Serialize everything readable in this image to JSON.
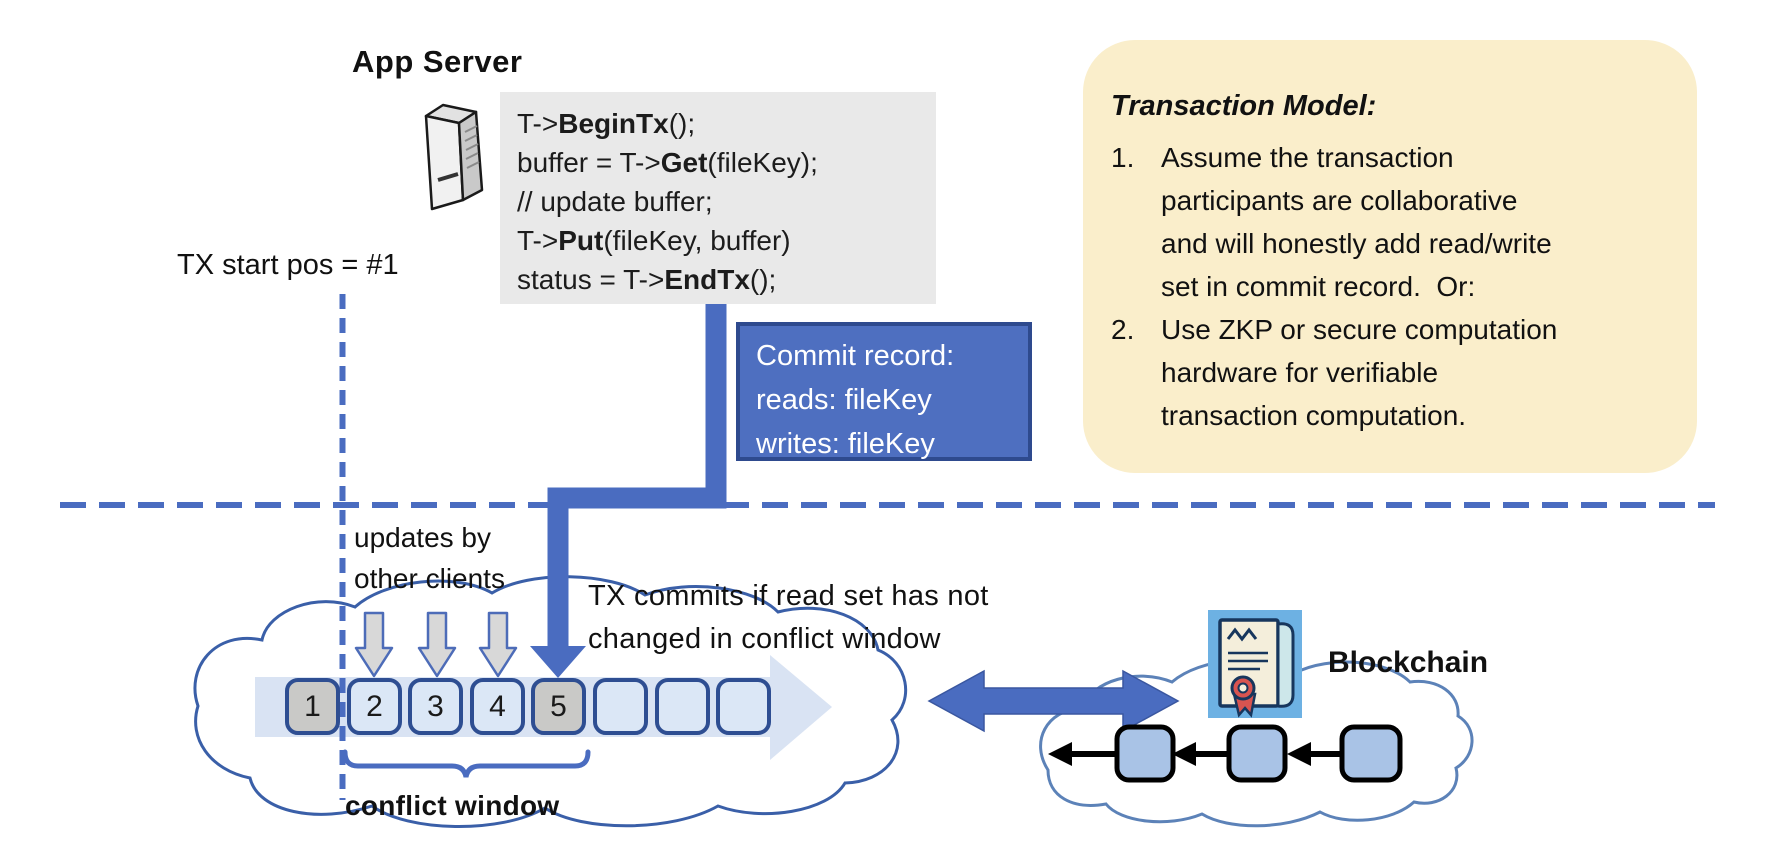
{
  "app_server": {
    "label": "App Server"
  },
  "code_block": {
    "lines": [
      {
        "pre": "T->",
        "bold": "BeginTx",
        "post": "();"
      },
      {
        "pre": "buffer = T->",
        "bold": "Get",
        "post": "(fileKey);"
      },
      {
        "pre": "// update buffer;",
        "bold": "",
        "post": ""
      },
      {
        "pre": "T->",
        "bold": "Put",
        "post": "(fileKey, buffer)"
      },
      {
        "pre": "status = T->",
        "bold": "EndTx",
        "post": "();"
      }
    ]
  },
  "tx_start": {
    "label": "TX start pos = #1"
  },
  "commit_record": {
    "line1": "Commit record:",
    "line2": "reads: fileKey",
    "line3": "writes: fileKey"
  },
  "transaction_model": {
    "title": "Transaction Model:",
    "items": [
      {
        "num": "1.",
        "lines": [
          "Assume the transaction",
          "participants are collaborative",
          "and will honestly add read/write",
          "set in commit record.  Or:"
        ]
      },
      {
        "num": "2.",
        "lines": [
          "Use ZKP or secure computation",
          "hardware for verifiable",
          "transaction computation."
        ]
      }
    ]
  },
  "updates_label": {
    "line1": "updates by",
    "line2": "other clients"
  },
  "tx_commits_label": {
    "line1": "TX commits if read set has not",
    "line2": "changed in conflict window"
  },
  "conflict_window": {
    "label": "conflict window"
  },
  "ledger": {
    "slots": [
      "1",
      "2",
      "3",
      "4",
      "5",
      "",
      "",
      ""
    ]
  },
  "blockchain": {
    "label": "Blockchain"
  },
  "icons": {
    "server": "server-tower-icon",
    "certificate": "certificate-scroll-icon",
    "clouds": "cloud-outline"
  },
  "colors": {
    "accent_blue": "#4a6cc0",
    "commit_fill": "#4e6fc0",
    "commit_border": "#2e4a8e",
    "yellow_note": "#faeecb",
    "code_bg": "#e9e9e9",
    "slot_fill": "#dbe7f6",
    "slot_gray": "#c9c9c7",
    "slot_border": "#2e4e92",
    "band_fill": "#d9e3f3",
    "block_fill": "#a9c3e6",
    "cloud_stroke": "#3a5fa8"
  }
}
